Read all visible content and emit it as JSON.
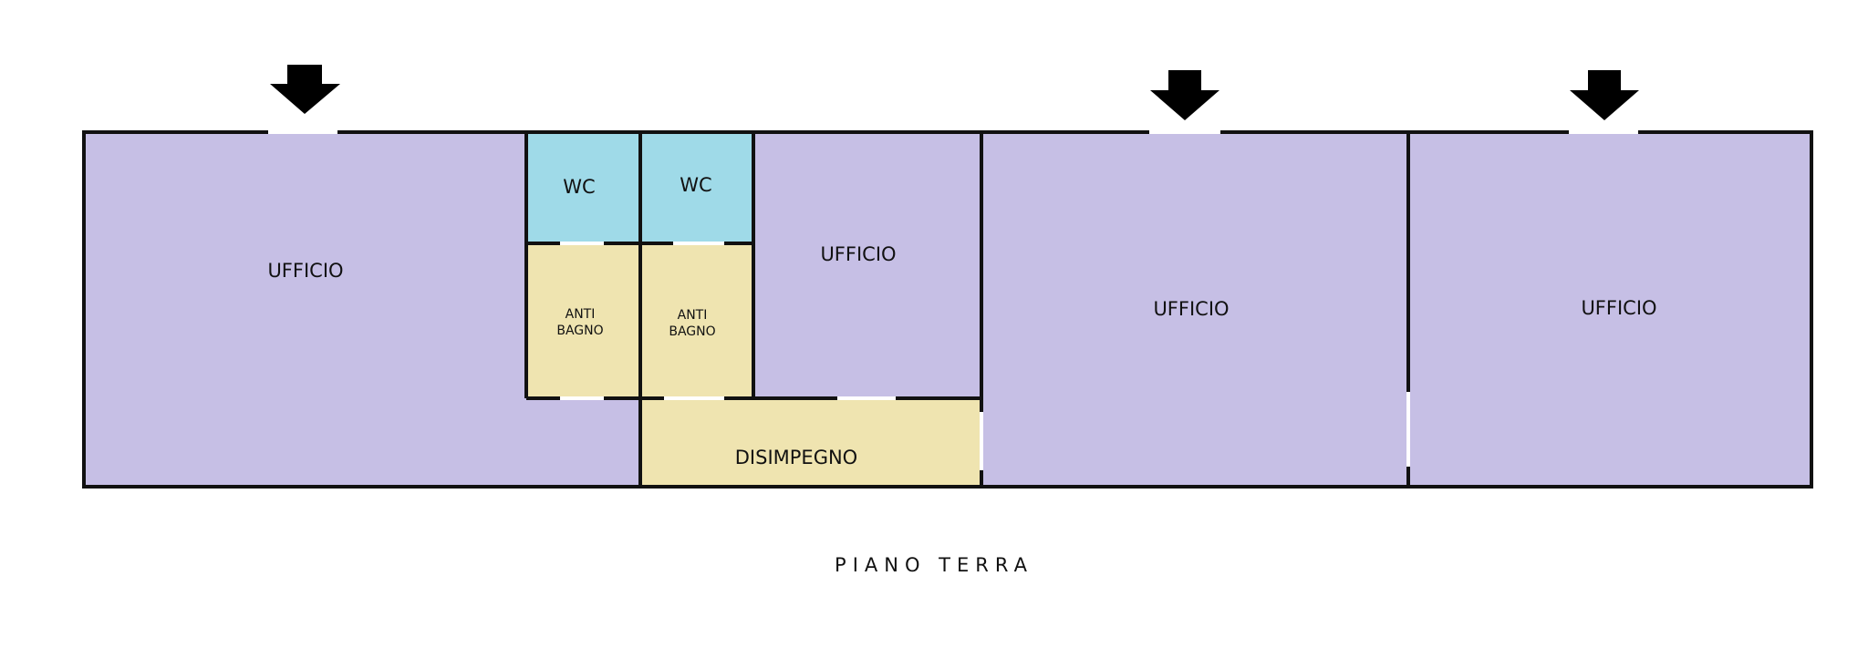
{
  "plan": {
    "floor_title": "PIANO TERRA",
    "colors": {
      "ufficio": "#c6bfe5",
      "wc": "#9fdae8",
      "antibagno": "#efe4b0",
      "disimpegno": "#efe4b0",
      "wall": "#111111",
      "window": "#8fd3e0",
      "arrow": "#000000"
    },
    "rooms": {
      "ufficio_1": "UFFICIO",
      "wc_1": "WC",
      "wc_2": "WC",
      "antibagno_1_line1": "ANTI",
      "antibagno_1_line2": "BAGNO",
      "antibagno_2_line1": "ANTI",
      "antibagno_2_line2": "BAGNO",
      "ufficio_2": "UFFICIO",
      "disimpegno": "DISIMPEGNO",
      "ufficio_3": "UFFICIO",
      "ufficio_4": "UFFICIO"
    },
    "entrance_arrows": [
      "arrow-down-icon",
      "arrow-down-icon",
      "arrow-down-icon"
    ]
  }
}
